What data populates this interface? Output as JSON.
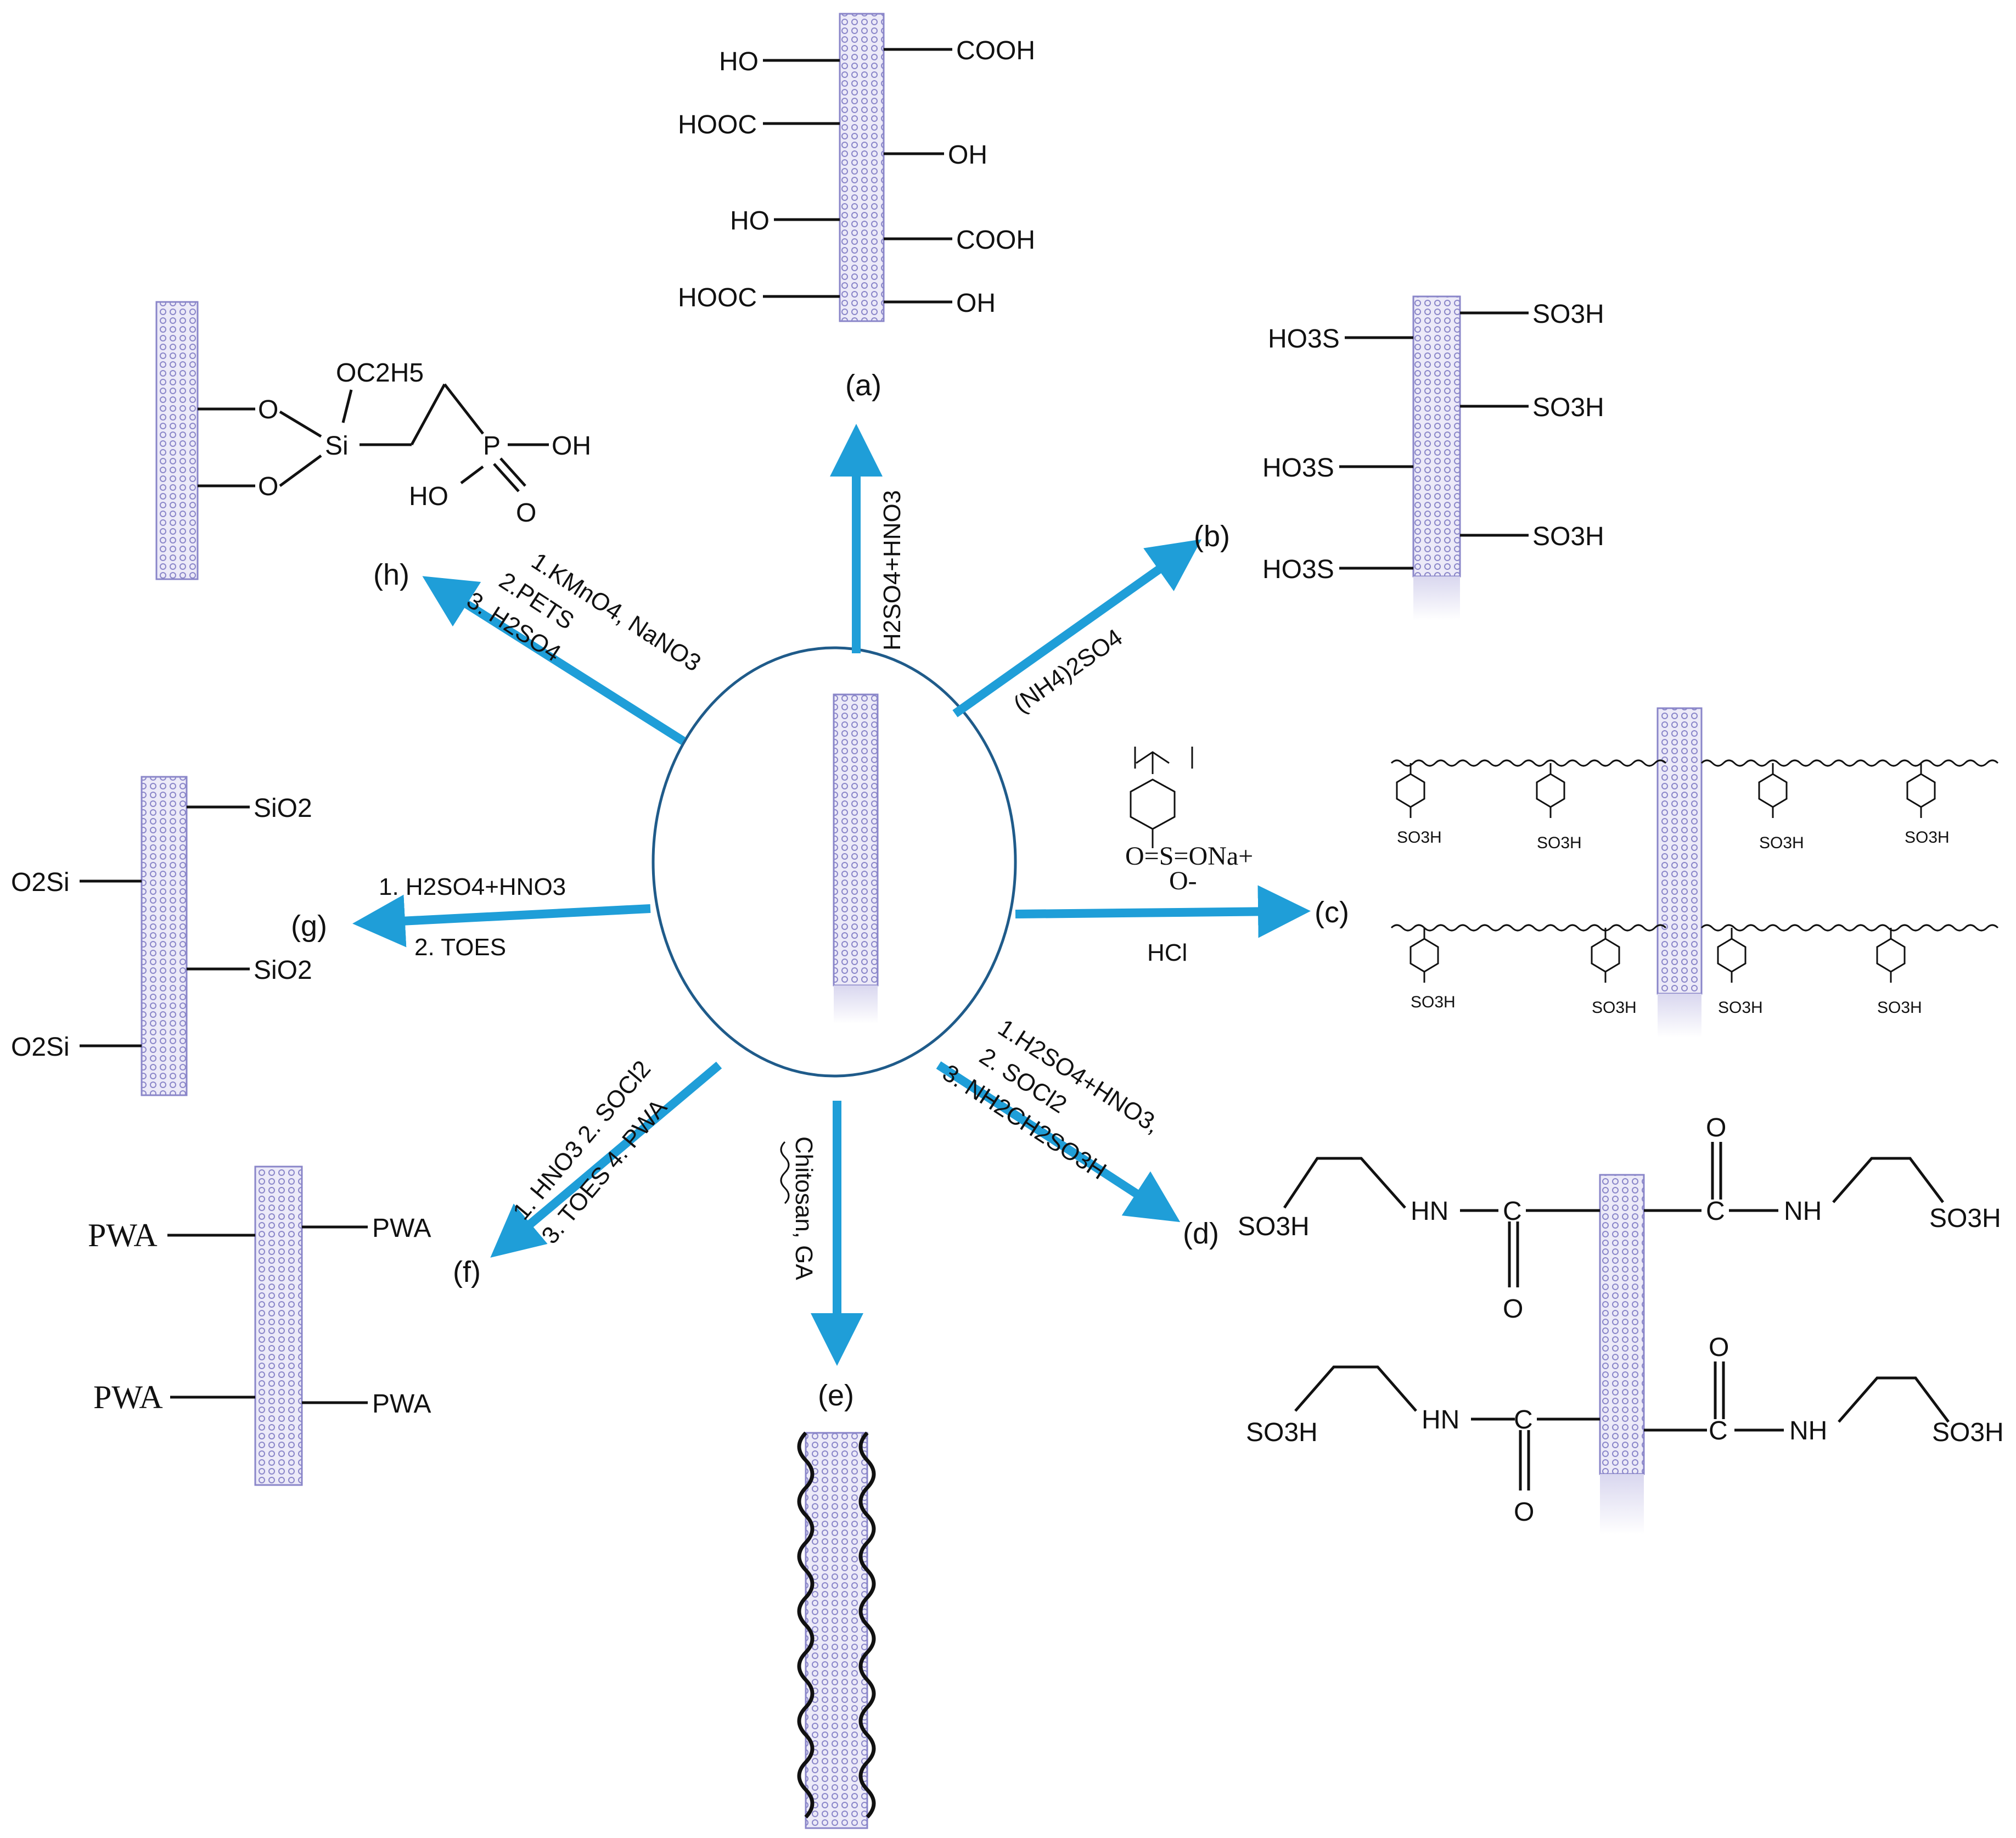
{
  "colors": {
    "arrow": "#1f9ed8",
    "tube": "#8a86c9",
    "ellipse": "#1f5b8a"
  },
  "panels": {
    "a": "(a)",
    "b": "(b)",
    "c": "(c)",
    "d": "(d)",
    "e": "(e)",
    "f": "(f)",
    "g": "(g)",
    "h": "(h)"
  },
  "conditions": {
    "a": "H2SO4+HNO3",
    "b": "(NH4)2SO4",
    "c": "HCl",
    "d1": "1.H2SO4+HNO3,",
    "d2": "2. SOCl2",
    "d3": "3. NH2CH2SO3H",
    "e": "Chitosan, GA",
    "f1": "1. HNO3 2. SOCl2",
    "f2": "3. TOES 4. PWA",
    "g1": "1. H2SO4+HNO3",
    "g2": "2. TOES",
    "h1": "1.KMnO4, NaNO3",
    "h2": "2.PETS",
    "h3": "3. H2SO4"
  },
  "labels": {
    "a": [
      "HO",
      "COOH",
      "HOOC",
      "OH",
      "HO",
      "COOH",
      "HOOC",
      "OH"
    ],
    "b": [
      "SO3H",
      "HO3S",
      "SO3H",
      "HO3S",
      "SO3H",
      "HO3S"
    ],
    "c": {
      "group": "SO3H",
      "monomer_salt": "O=S=ONa+",
      "monomer_o": "O-"
    },
    "d": {
      "sulfo": "SO3H",
      "hn": "HN",
      "nh": "NH",
      "c": "C",
      "o": "O"
    },
    "f": [
      "PWA",
      "PWA",
      "PWA",
      "PWA"
    ],
    "g": [
      "SiO2",
      "O2Si",
      "SiO2",
      "O2Si"
    ],
    "h": {
      "oet": "OC2H5",
      "o": "O",
      "si": "Si",
      "p": "P",
      "oh": "OH",
      "ho": "HO"
    }
  }
}
